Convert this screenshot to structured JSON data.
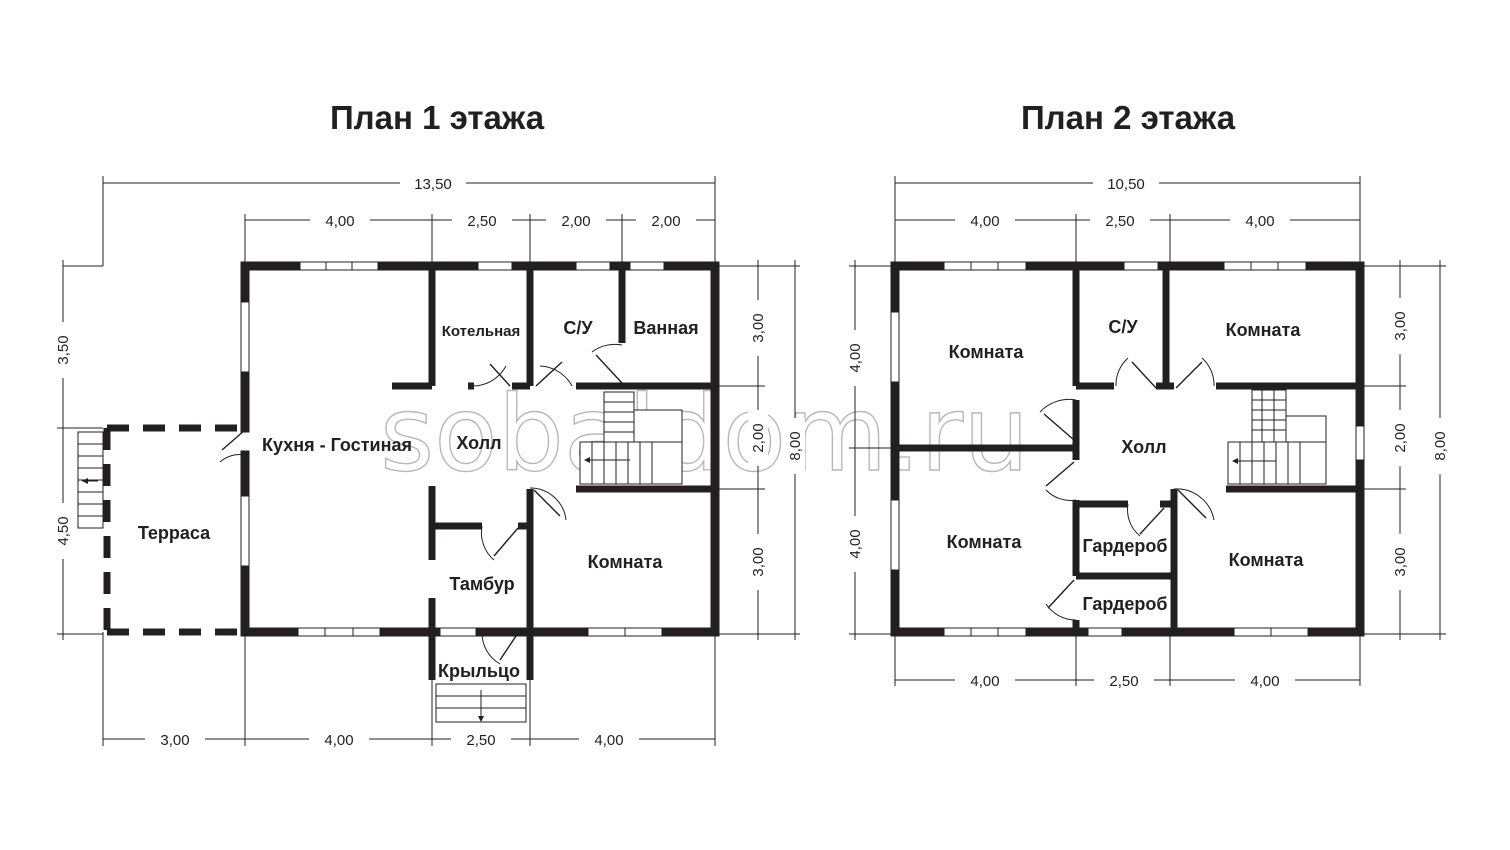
{
  "plan1": {
    "title": "План 1 этажа",
    "rooms": {
      "kitchen": "Кухня - Гостиная",
      "boiler": "Котельная",
      "wc": "С/У",
      "bath": "Ванная",
      "hall": "Холл",
      "room": "Комната",
      "vestibule": "Тамбур",
      "terrace": "Терраса",
      "porch": "Крыльцо"
    },
    "dims": {
      "total_width": "13,50",
      "top": [
        "4,00",
        "2,50",
        "2,00",
        "2,00"
      ],
      "bottom": [
        "3,00",
        "4,00",
        "2,50",
        "4,00"
      ],
      "right": [
        "3,00",
        "2,00",
        "3,00"
      ],
      "right_total": "8,00",
      "left_top": "3,50",
      "left_bottom": "4,50"
    }
  },
  "plan2": {
    "title": "План 2 этажа",
    "rooms": {
      "room_tl": "Комната",
      "wc": "С/У",
      "room_tr": "Комната",
      "hall": "Холл",
      "room_bl": "Комната",
      "wardrobe1": "Гардероб",
      "wardrobe2": "Гардероб",
      "room_br": "Комната"
    },
    "dims": {
      "total_width": "10,50",
      "top": [
        "4,00",
        "2,50",
        "4,00"
      ],
      "bottom": [
        "4,00",
        "2,50",
        "4,00"
      ],
      "left": [
        "4,00",
        "4,00"
      ],
      "right": [
        "3,00",
        "2,00",
        "3,00"
      ],
      "right_total": "8,00"
    }
  },
  "watermark": "sobaldom.ru"
}
